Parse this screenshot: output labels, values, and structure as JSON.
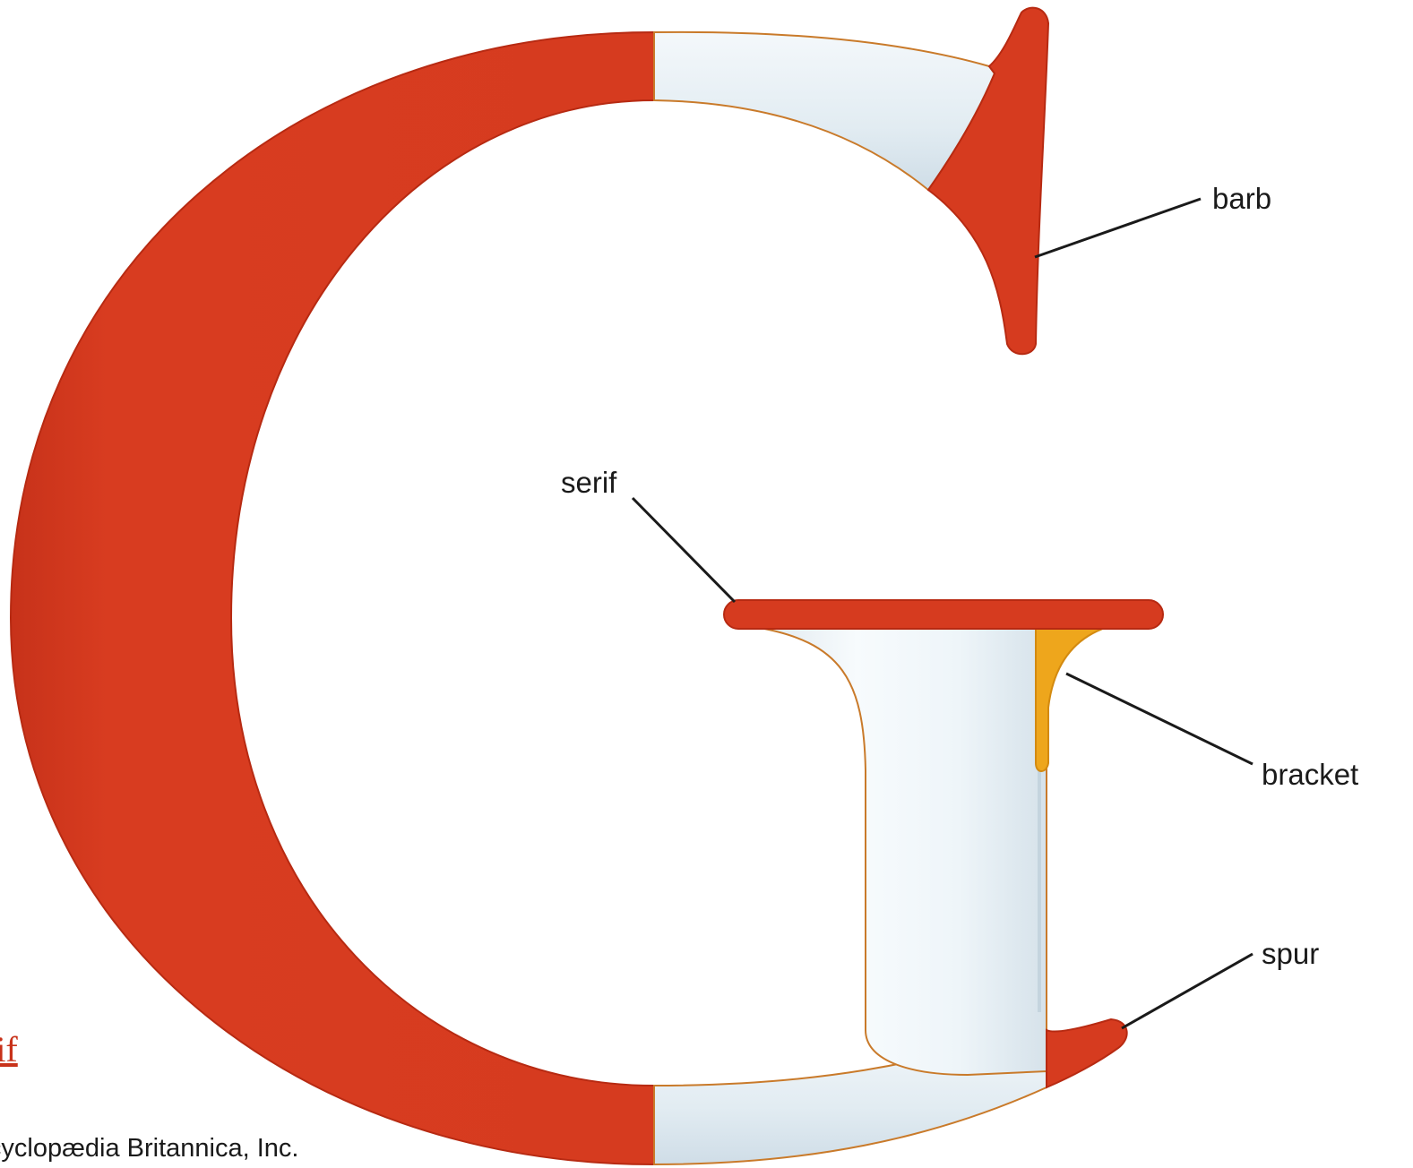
{
  "callouts": {
    "barb": "barb",
    "serif": "serif",
    "bracket": "bracket",
    "spur": "spur"
  },
  "side_link": "Serif",
  "credit": "© Encyclopædia Britannica, Inc.",
  "colors": {
    "stroke_red": "#d63b1f",
    "edge_red": "#b72a12",
    "hairline": "#d9d9d9",
    "bracket_orange": "#eea61c",
    "outline": "#c97a2a",
    "leader": "#1a1a1a"
  }
}
